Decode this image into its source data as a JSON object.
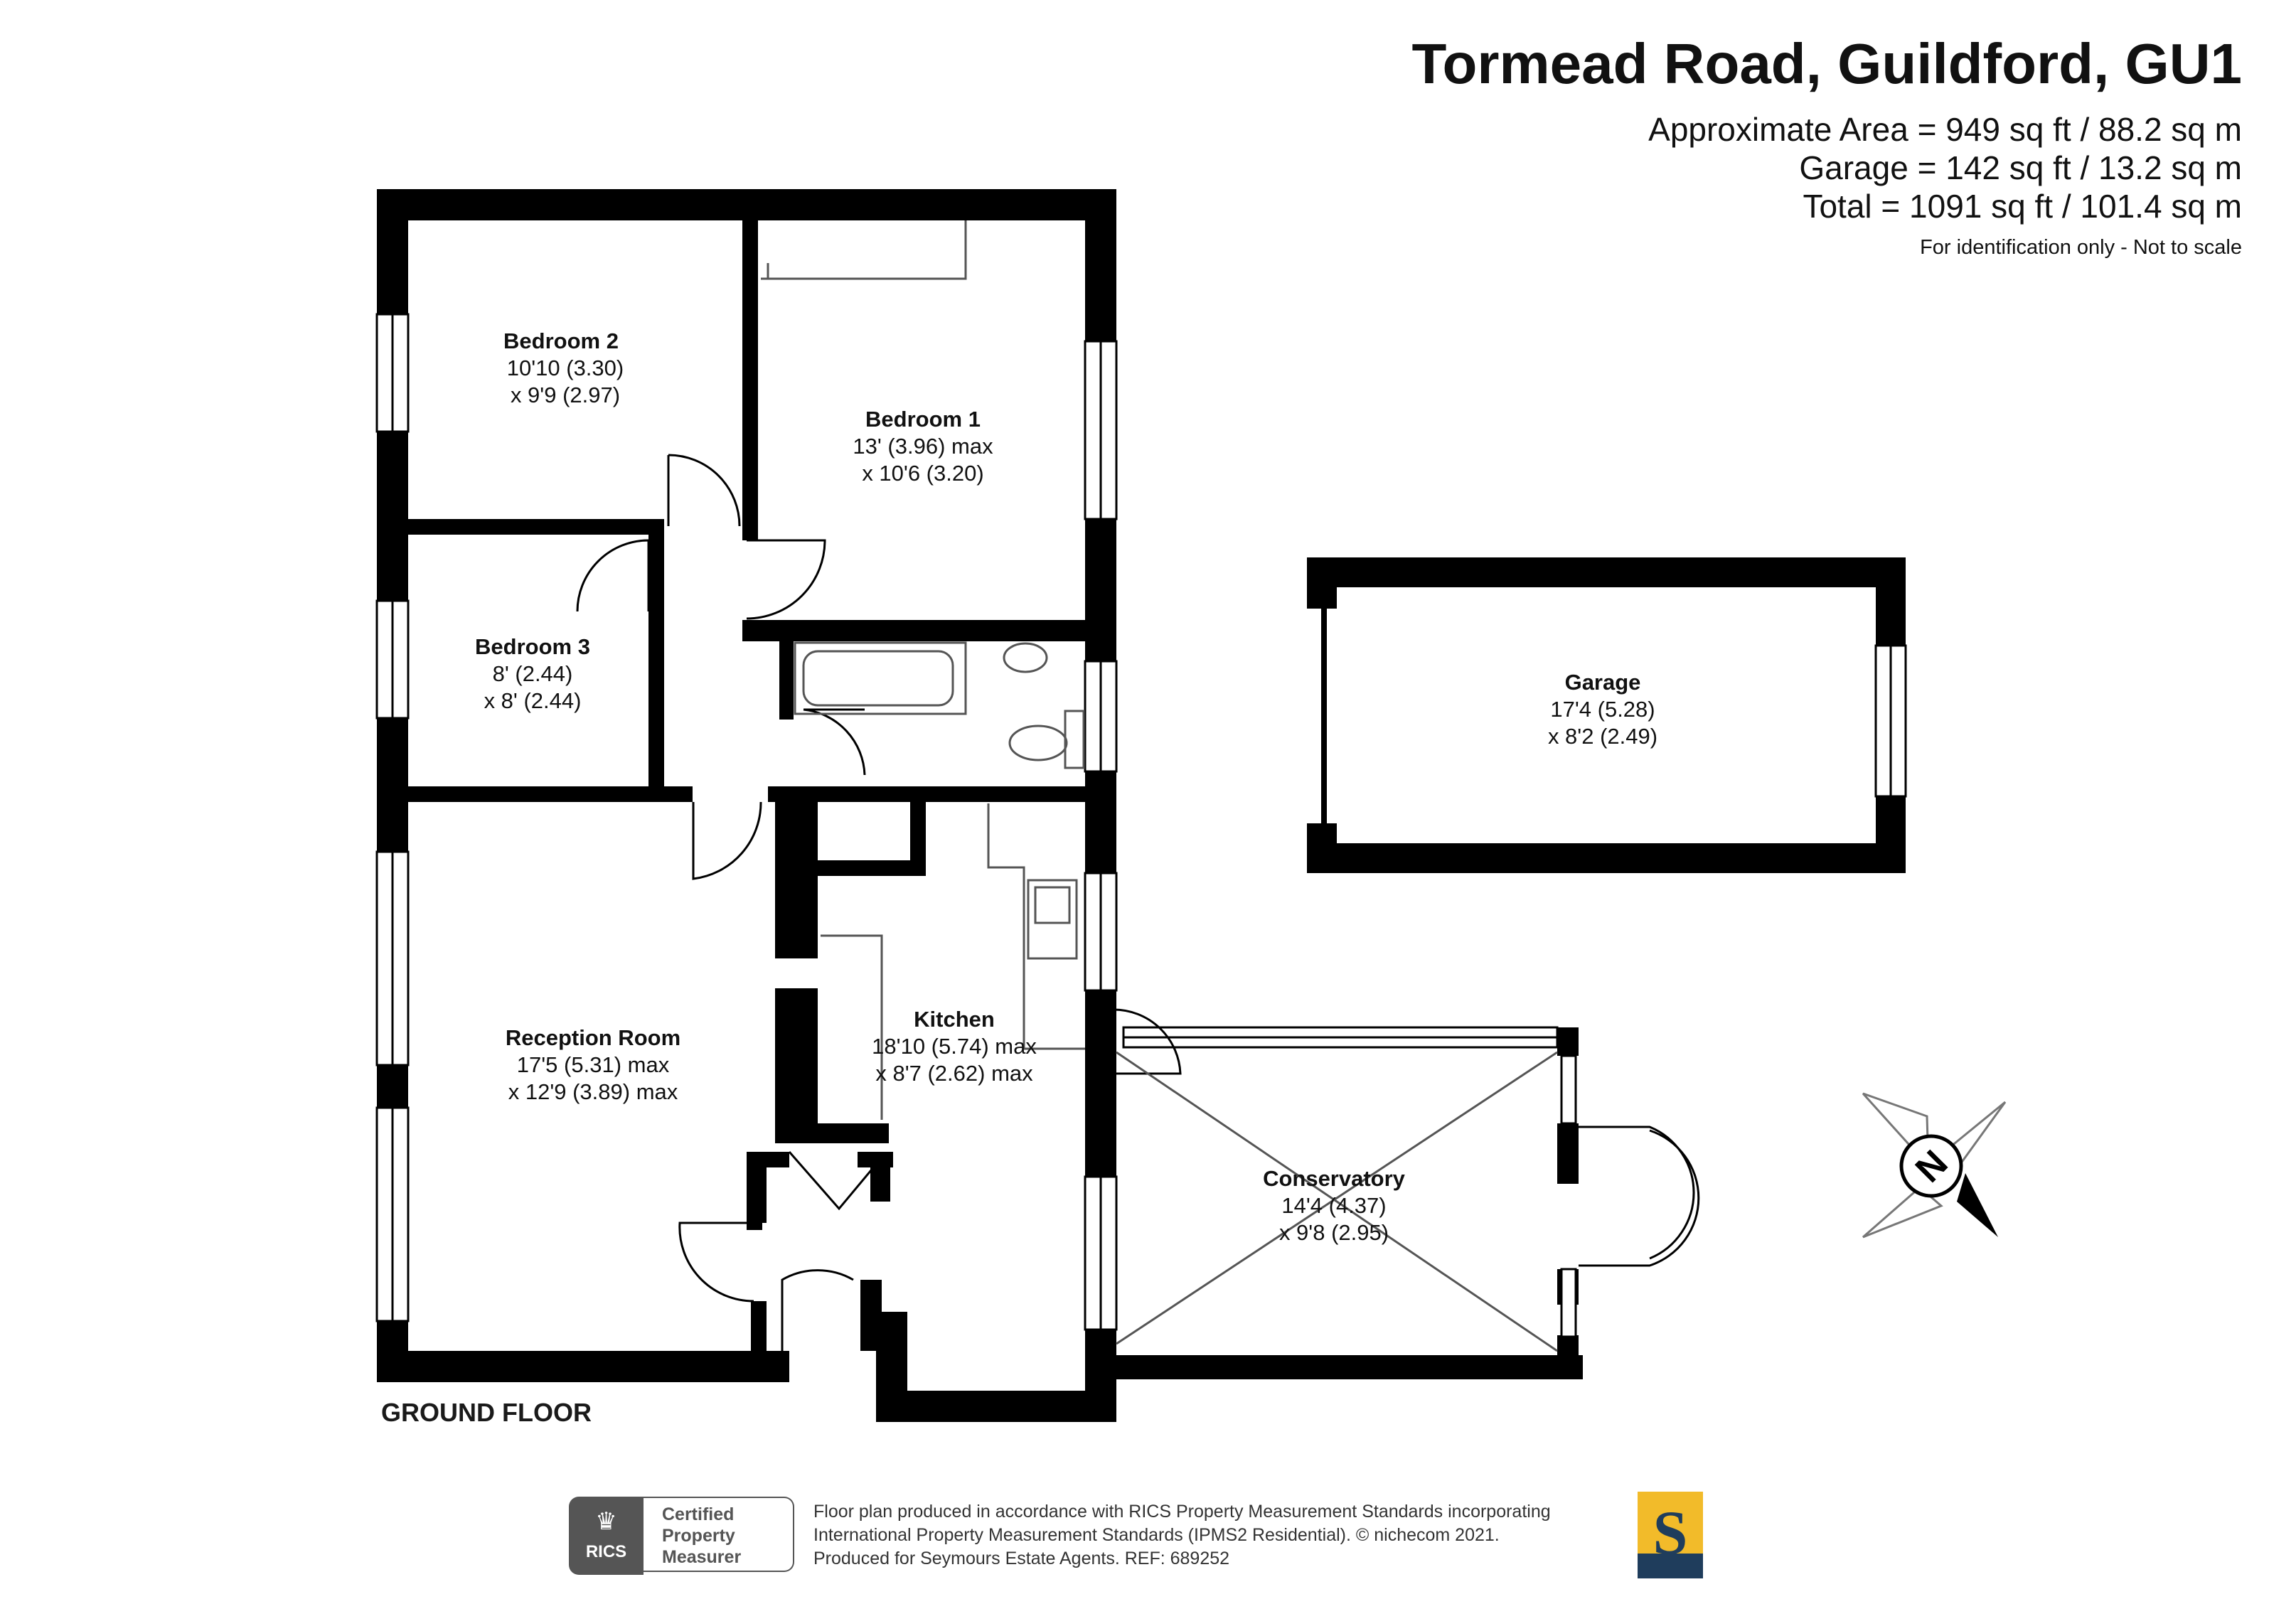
{
  "header": {
    "title": "Tormead Road, Guildford, GU1",
    "area_lines": [
      "Approximate Area = 949 sq ft / 88.2 sq m",
      "Garage = 142 sq ft / 13.2 sq m",
      "Total = 1091 sq ft / 101.4 sq m"
    ],
    "note": "For identification only - Not to scale"
  },
  "rooms": {
    "bedroom2": {
      "name": "Bedroom 2",
      "dim1": "10'10 (3.30)",
      "dim2": "x 9'9 (2.97)"
    },
    "bedroom1": {
      "name": "Bedroom 1",
      "dim1": "13' (3.96) max",
      "dim2": "x 10'6 (3.20)"
    },
    "bedroom3": {
      "name": "Bedroom 3",
      "dim1": "8' (2.44)",
      "dim2": "x 8' (2.44)"
    },
    "reception": {
      "name": "Reception Room",
      "dim1": "17'5 (5.31) max",
      "dim2": "x 12'9 (3.89) max"
    },
    "kitchen": {
      "name": "Kitchen",
      "dim1": "18'10 (5.74) max",
      "dim2": "x 8'7 (2.62) max"
    },
    "conservatory": {
      "name": "Conservatory",
      "dim1": "14'4 (4.37)",
      "dim2": "x 9'8 (2.95)"
    },
    "garage": {
      "name": "Garage",
      "dim1": "17'4 (5.28)",
      "dim2": "x 8'2 (2.49)"
    }
  },
  "floor_label": "GROUND FLOOR",
  "compass": {
    "letter": "N"
  },
  "footer": {
    "lines": [
      "Floor plan produced in accordance with RICS Property Measurement Standards incorporating",
      "International Property Measurement Standards (IPMS2 Residential).  © nichecom 2021.",
      "Produced for Seymours Estate Agents.    REF:  689252"
    ],
    "rics_seal_text": "RICS",
    "rics_badge": [
      "Certified",
      "Property",
      "Measurer"
    ],
    "brand_letter": "S"
  },
  "colors": {
    "wall": "#000000",
    "fixture": "#555555",
    "brand_yellow": "#f2bb2a",
    "brand_navy": "#1f3d5c"
  }
}
